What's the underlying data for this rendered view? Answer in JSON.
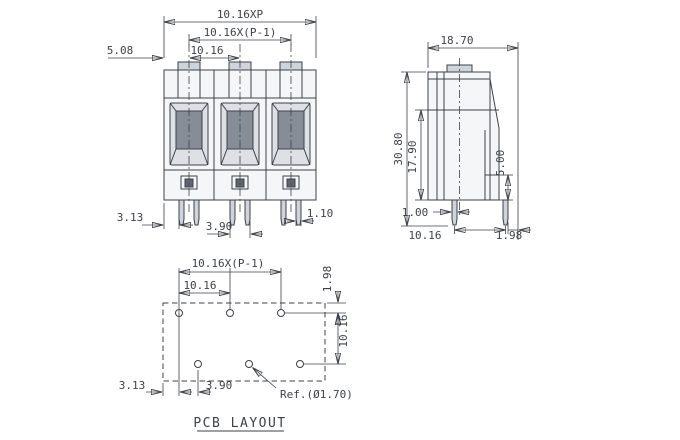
{
  "colors": {
    "ink": "#3d4149",
    "shade_light": "#cfd4da",
    "shade_mid": "#878d97",
    "shade_dark": "#5f656f",
    "background": "#ffffff"
  },
  "front": {
    "dim_total": "10.16XP",
    "dim_span": "10.16X(P-1)",
    "dim_half": "5.08",
    "dim_pitch": "10.16",
    "dim_edge": "3.13",
    "dim_group": "3.90",
    "dim_pin": "1.10"
  },
  "side": {
    "dim_depth": "18.70",
    "dim_height": "30.80",
    "dim_inner": "17.90",
    "dim_step": "5.00",
    "dim_pin": "1.00",
    "dim_rows": "10.16",
    "dim_edge": "1.98"
  },
  "pcb": {
    "dim_span": "10.16X(P-1)",
    "dim_pitch": "10.16",
    "dim_row_top": "1.98",
    "dim_rows": "10.16",
    "dim_edge": "3.13",
    "dim_offset": "3.90",
    "ref": "Ref.(Ø1.70)",
    "caption": "PCB LAYOUT"
  }
}
